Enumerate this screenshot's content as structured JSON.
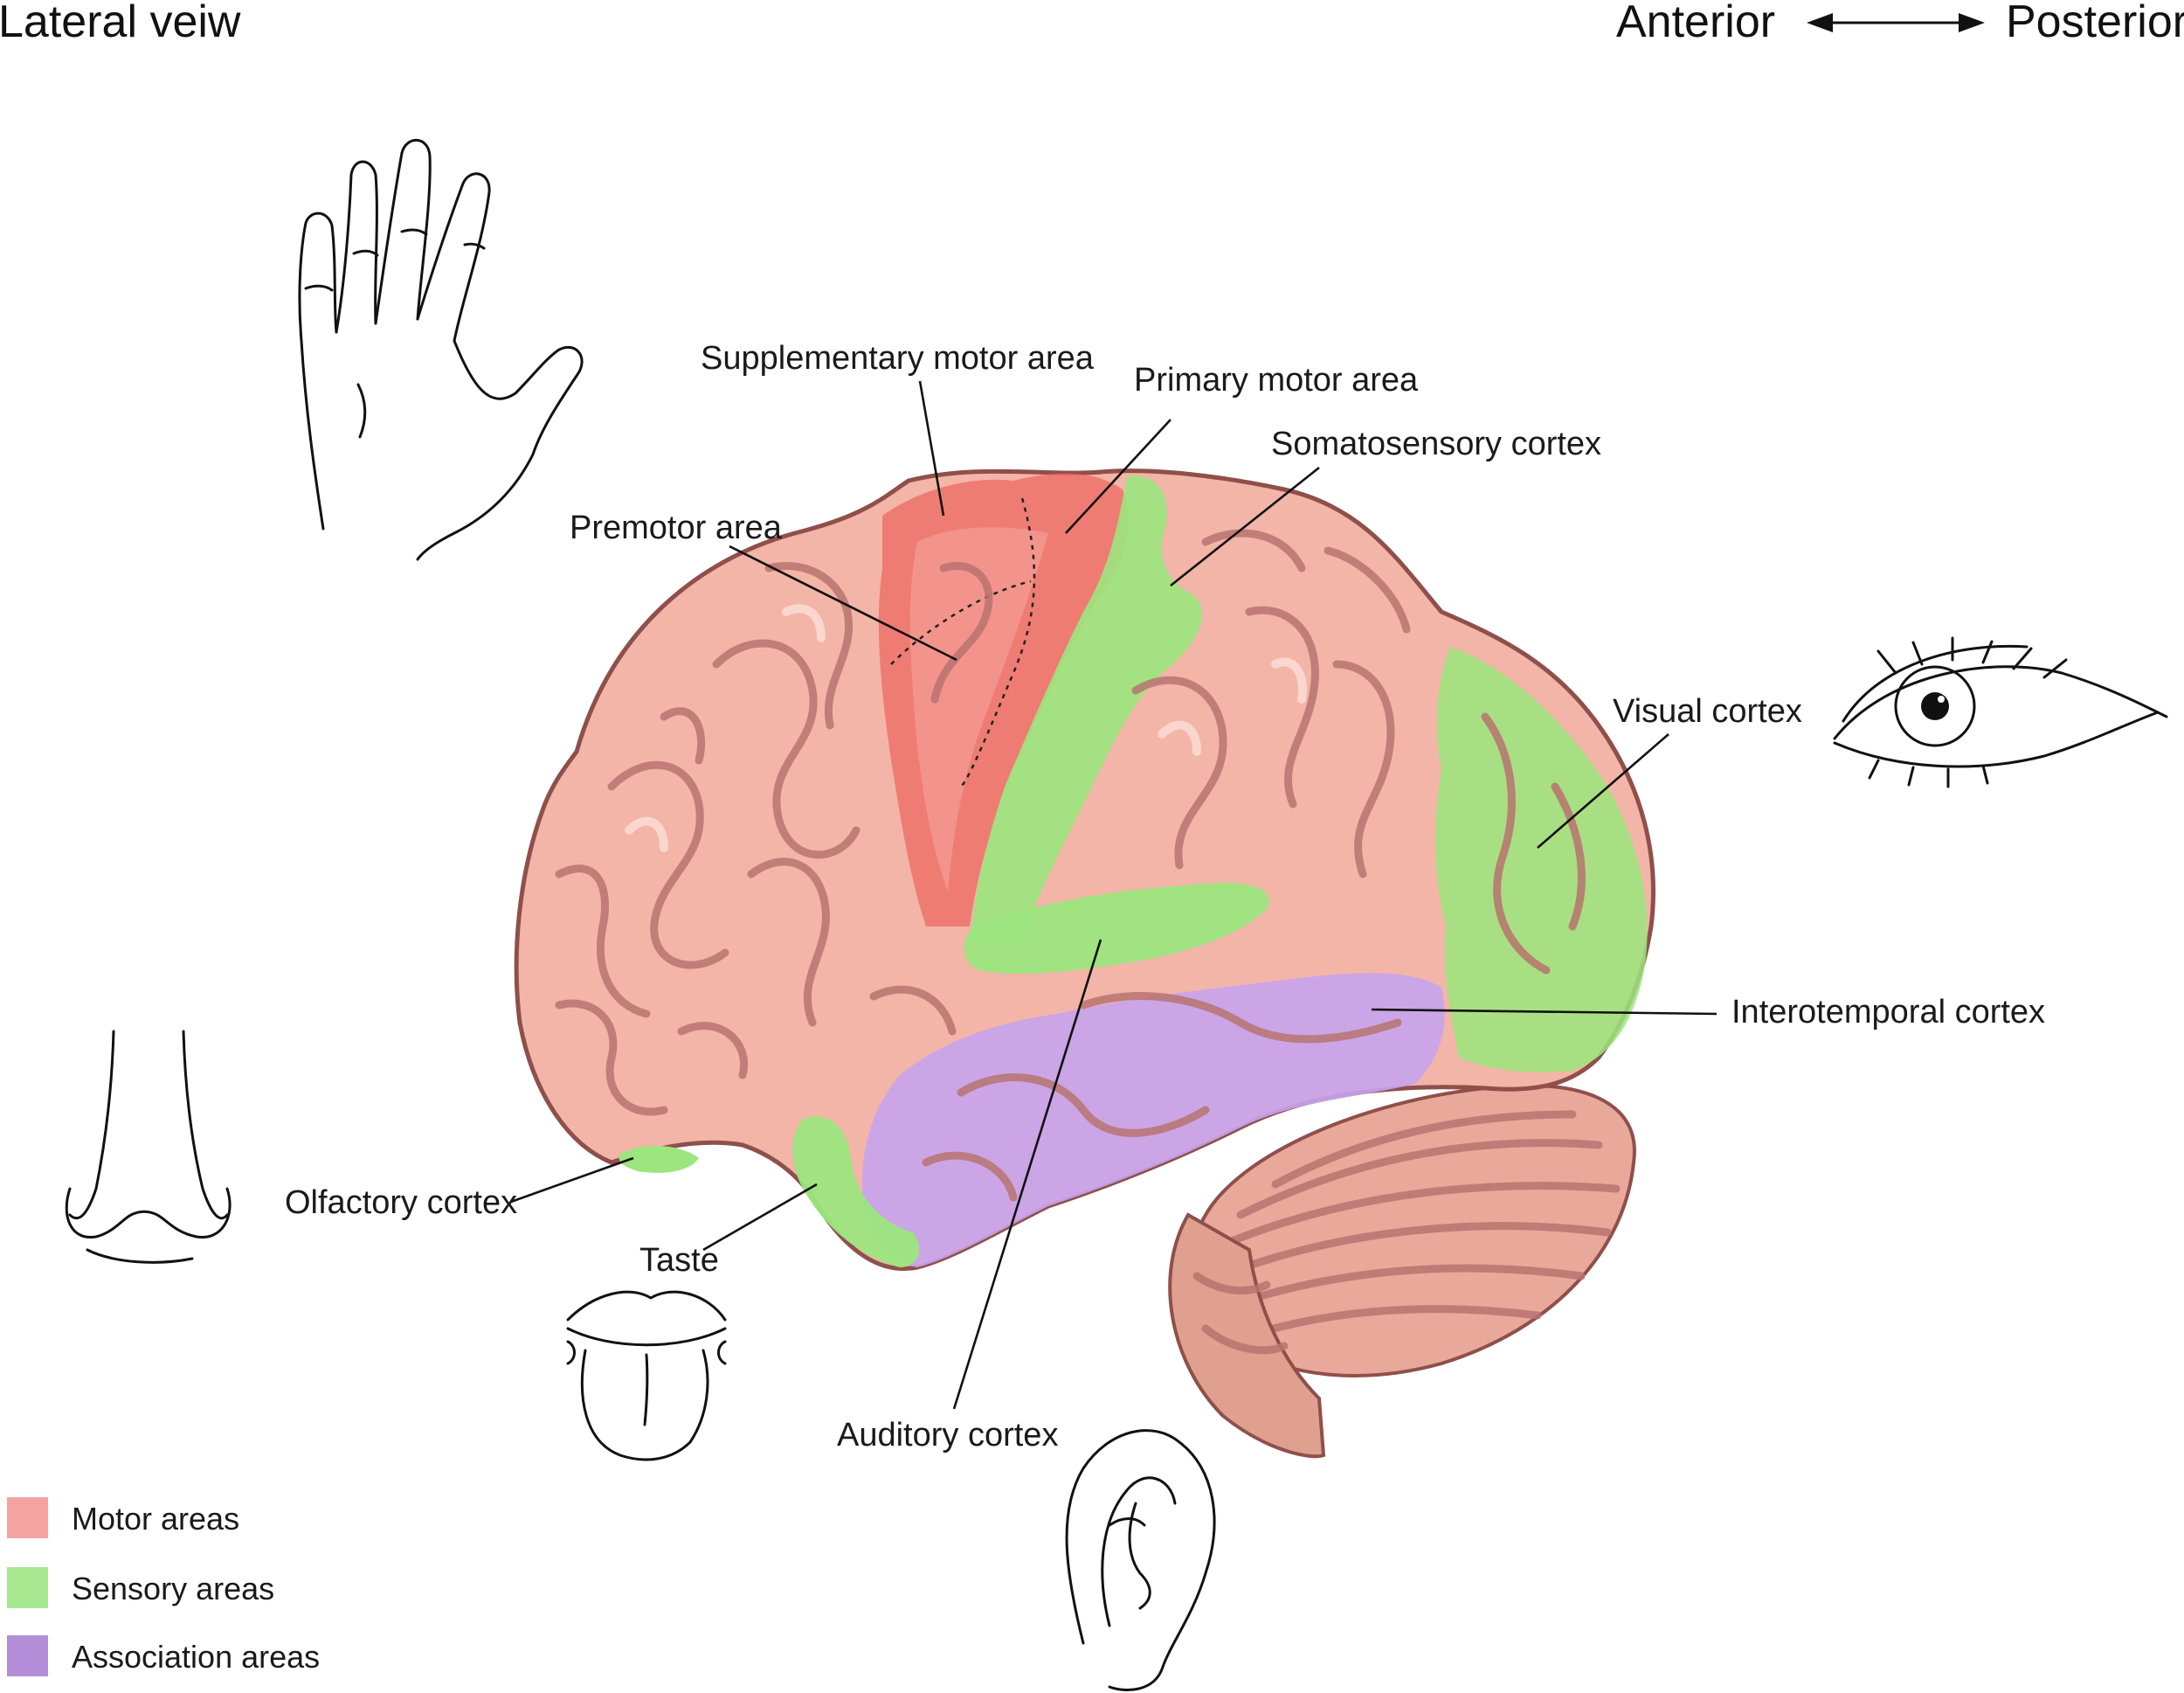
{
  "header": {
    "view_title": "Lateral veiw",
    "orientation_left": "Anterior",
    "orientation_right": "Posterior"
  },
  "labels": {
    "supplementary_motor_area": "Supplementary motor area",
    "primary_motor_area": "Primary motor area",
    "somatosensory_cortex": "Somatosensory cortex",
    "premotor_area": "Premotor area",
    "visual_cortex": "Visual cortex",
    "interotemporal_cortex": "Interotemporal cortex",
    "olfactory_cortex": "Olfactory cortex",
    "taste": "Taste",
    "auditory_cortex": "Auditory cortex"
  },
  "legend": {
    "items": [
      {
        "label": "Motor areas",
        "color": "#f4a3a0"
      },
      {
        "label": "Sensory areas",
        "color": "#a8e890"
      },
      {
        "label": "Association areas",
        "color": "#b48ed8"
      }
    ]
  },
  "colors": {
    "brain_base": "#f3b5a8",
    "brain_outline": "#8f4f4b",
    "motor": "#ee6a62",
    "sensory": "#9be67d",
    "association": "#c7a3ec",
    "cerebellum": "#e3a596"
  },
  "icons": [
    "hand-icon",
    "eye-icon",
    "nose-icon",
    "tongue-icon",
    "ear-icon",
    "double-arrow-icon"
  ]
}
